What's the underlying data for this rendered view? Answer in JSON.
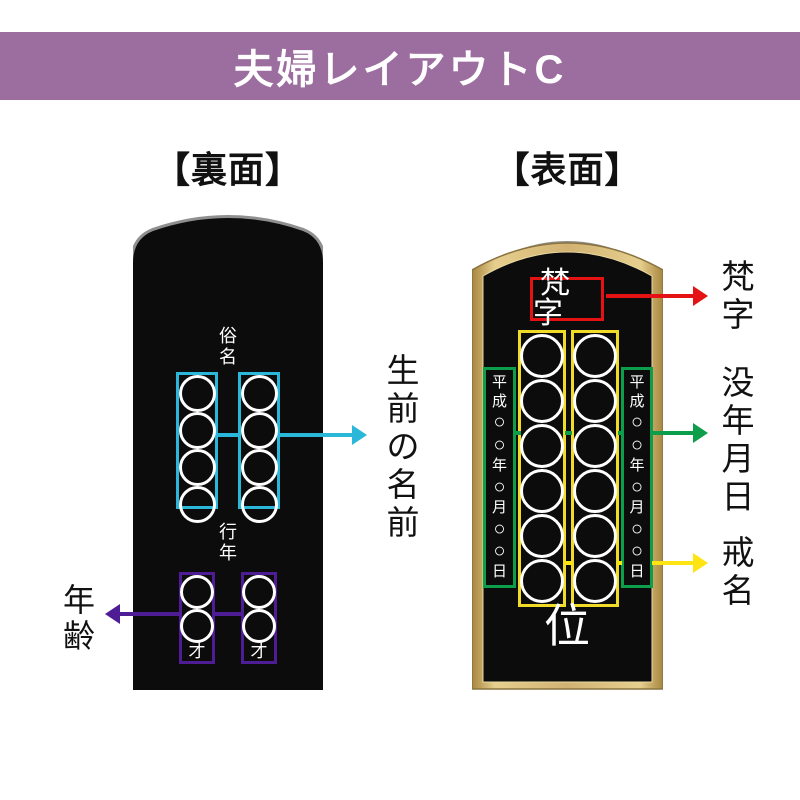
{
  "title": "夫婦レイアウトC",
  "back_side": {
    "heading": "【裏面】",
    "tablet": {
      "name_section_label": "俗名",
      "name_boxes": {
        "count": 2,
        "circles_per_box": 4
      },
      "age_section_label": "行年",
      "age_boxes": {
        "count": 2,
        "circles_per_box": 2,
        "suffix": "才"
      }
    },
    "annotations": {
      "name": "生前の名前",
      "age": "年齢"
    }
  },
  "front_side": {
    "heading": "【表面】",
    "tablet": {
      "bonji_label": "梵字",
      "kaimyo_boxes": {
        "count": 2,
        "circles_per_box": 6
      },
      "date_columns": {
        "count": 2,
        "text": "平成○○年○月○○日"
      },
      "rank_character": "位"
    },
    "annotations": {
      "bonji": "梵字",
      "death_date": "没年月日",
      "kaimyo": "戒名"
    }
  },
  "colors": {
    "banner_bg": "#9c6e9f",
    "banner_text": "#ffffff",
    "name_box": "#2bb7da",
    "age_box": "#4e1d96",
    "bonji_box": "#e41212",
    "kaimyo_box": "#f0dc26",
    "date_box": "#0c9e4b",
    "yellow_arrow": "#ffe414",
    "tablet_black": "#0c0c0c",
    "tablet_gold": "#d2b272",
    "circle_stroke": "#ffffff"
  }
}
